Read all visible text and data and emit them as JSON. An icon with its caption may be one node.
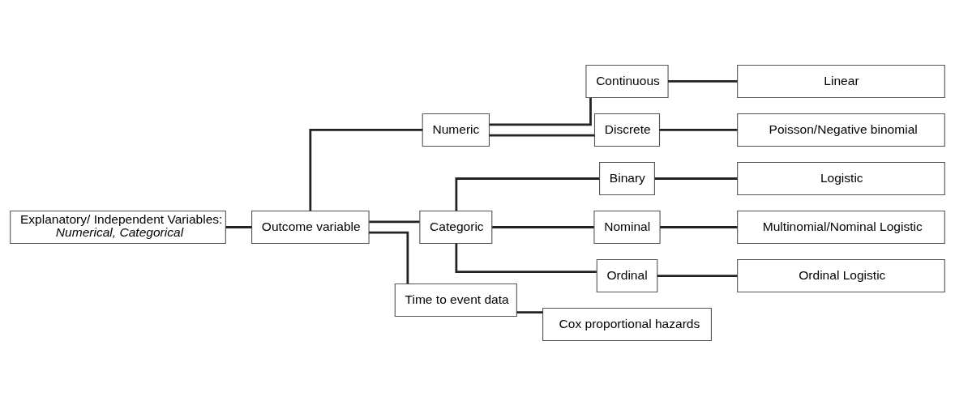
{
  "diagram": {
    "nodes": [
      {
        "text": [
          "Explanatory/ Independent Variables:",
          "Numerical, Categorical"
        ]
      },
      {
        "text": [
          "Outcome variable"
        ]
      },
      {
        "text": [
          "Numeric"
        ]
      },
      {
        "text": [
          "Continuous"
        ]
      },
      {
        "text": [
          "Linear"
        ]
      },
      {
        "text": [
          "Discrete"
        ]
      },
      {
        "text": [
          "Poisson/Negative binomial"
        ]
      },
      {
        "text": [
          "Categoric"
        ]
      },
      {
        "text": [
          "Binary"
        ]
      },
      {
        "text": [
          "Logistic"
        ]
      },
      {
        "text": [
          "Nominal"
        ]
      },
      {
        "text": [
          "Multinomial/Nominal Logistic"
        ]
      },
      {
        "text": [
          "Ordinal"
        ]
      },
      {
        "text": [
          "Ordinal Logistic"
        ]
      },
      {
        "text": [
          "Time to event data"
        ]
      },
      {
        "text": [
          "Cox proportional hazards"
        ]
      }
    ],
    "edges": [
      {
        "from": 0,
        "to": 1,
        "arrow": "none"
      },
      {
        "from": 1,
        "to": 2,
        "arrow": "none"
      },
      {
        "from": 1,
        "to": 7,
        "arrow": "none"
      },
      {
        "from": 1,
        "to": 14,
        "arrow": "none"
      },
      {
        "from": 2,
        "to": 3,
        "arrow": "none"
      },
      {
        "from": 2,
        "to": 5,
        "arrow": "none"
      },
      {
        "from": 3,
        "to": 4,
        "arrow": "none"
      },
      {
        "from": 5,
        "to": 6,
        "arrow": "none"
      },
      {
        "from": 7,
        "to": 8,
        "arrow": "none"
      },
      {
        "from": 7,
        "to": 10,
        "arrow": "none"
      },
      {
        "from": 7,
        "to": 12,
        "arrow": "none"
      },
      {
        "from": 8,
        "to": 9,
        "arrow": "none"
      },
      {
        "from": 10,
        "to": 11,
        "arrow": "none"
      },
      {
        "from": 12,
        "to": 13,
        "arrow": "none"
      },
      {
        "from": 14,
        "to": 15,
        "arrow": "none"
      }
    ]
  }
}
